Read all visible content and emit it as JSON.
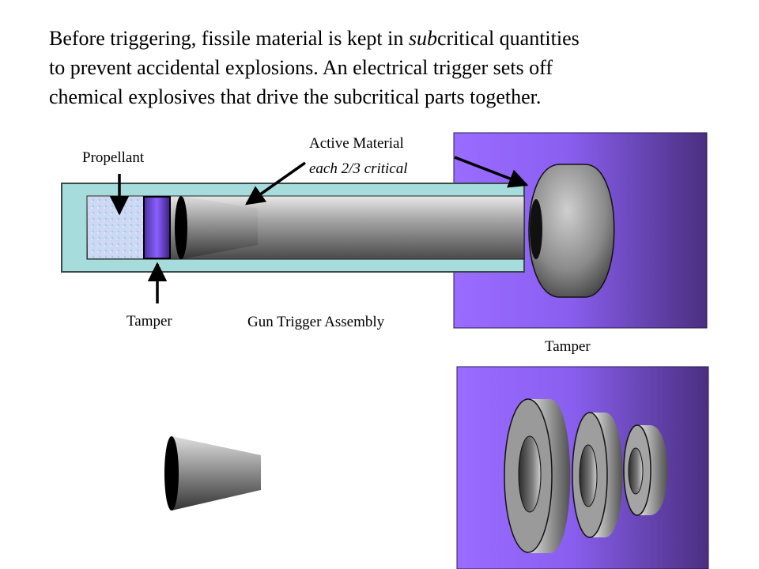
{
  "caption": {
    "line1_before": "Before triggering, fissile material is kept in ",
    "line1_em": "sub",
    "line1_after": "critical quantities",
    "line2": "to prevent accidental explosions.  An electrical trigger sets off",
    "line3": "chemical explosives that drive the subcritical parts together."
  },
  "labels": {
    "propellant": "Propellant",
    "active_material": "Active Material",
    "active_material_sub": "each 2/3 critical",
    "tamper_left": "Tamper",
    "gun_trigger_assembly": "Gun Trigger Assembly",
    "tamper_right": "Tamper"
  },
  "colors": {
    "purple_light": "#9a6cff",
    "purple_dark": "#4a2f80",
    "barrel_teal": "#a6dcdc",
    "barrel_border": "#3a4a4a",
    "propellant_fill": "#c6d8f2",
    "metal_light": "#dcdcdc",
    "metal_dark": "#3c3c3c"
  },
  "icons": [
    "arrow-icon"
  ]
}
